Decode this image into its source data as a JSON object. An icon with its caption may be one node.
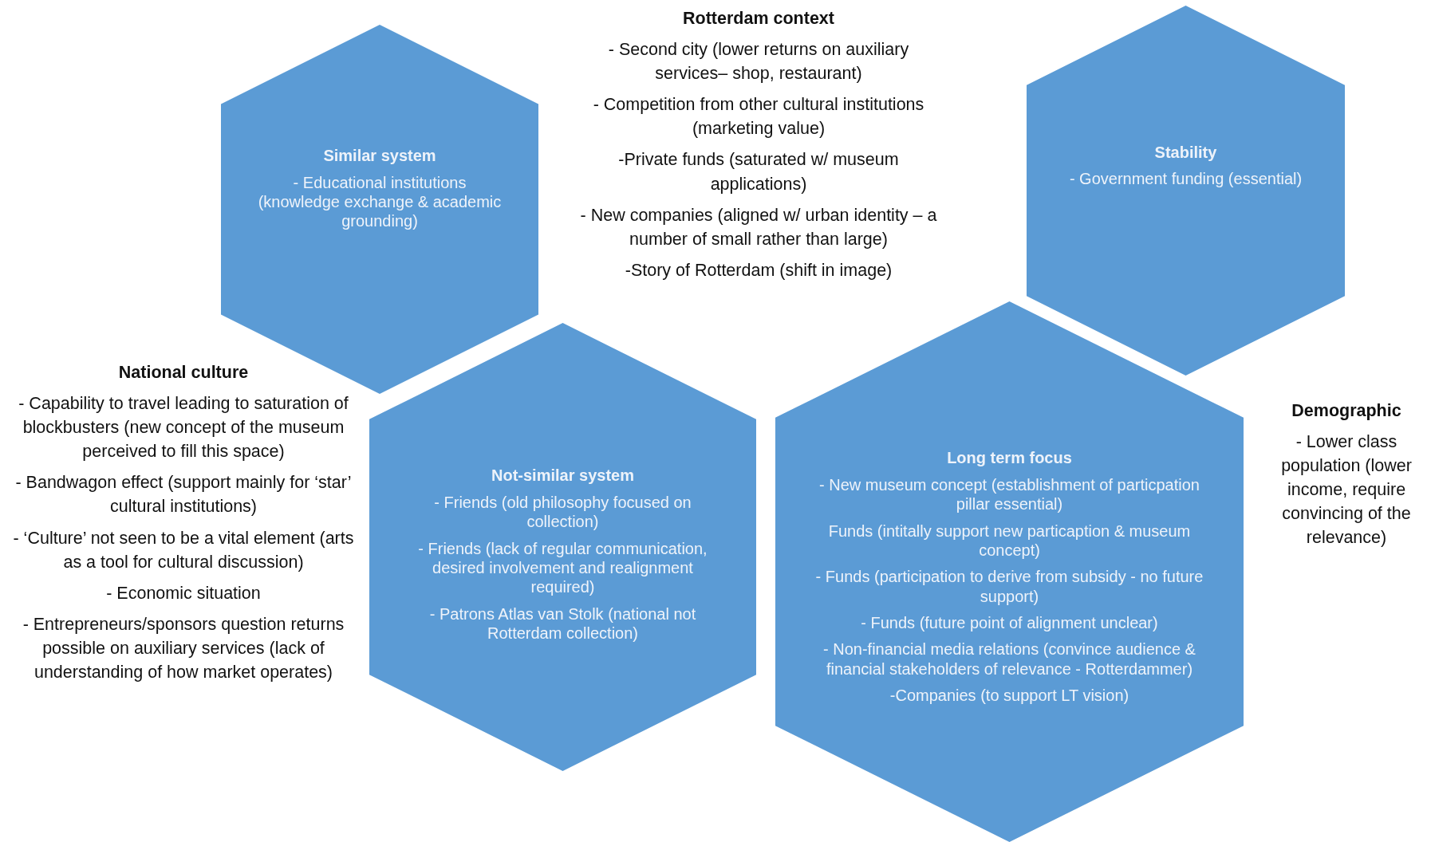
{
  "diagram": {
    "nodes": [
      {
        "text": [
          "Similar system",
          "- Educational institutions (knowledge exchange & academic grounding)"
        ]
      },
      {
        "text": [
          "Stability",
          "- Government funding (essential)"
        ]
      },
      {
        "text": [
          "Not-similar system",
          "- Friends (old philosophy focused on collection)",
          "- Friends (lack of regular communication, desired involvement and realignment required)",
          "- Patrons Atlas van Stolk (national not Rotterdam collection)"
        ]
      },
      {
        "text": [
          "Long term focus",
          "- New museum concept (establishment of particpation pillar essential)",
          "Funds (intitally support new particaption & museum concept)",
          "- Funds (participation to derive from subsidy - no future support)",
          "- Funds (future point of alignment unclear)",
          "- Non-financial media relations (convince audience & financial stakeholders of relevance - Rotterdammer)",
          "-Companies (to support LT vision)"
        ]
      }
    ],
    "labels": [
      "Rotterdam context",
      "- Second city (lower returns on auxiliary services– shop, restaurant)",
      "- Competition from other cultural institutions (marketing value)",
      "-Private funds (saturated w/ museum applications)",
      "- New companies (aligned w/ urban identity – a number of small rather than large)",
      "-Story of Rotterdam (shift in image)",
      "National culture",
      "- Capability to travel leading to saturation of blockbusters (new concept of the museum perceived to fill this space)",
      "- Bandwagon effect (support mainly for ‘star’ cultural institutions)",
      "- ‘Culture’ not seen to be a vital element (arts as a tool for cultural discussion)",
      "- Economic situation",
      "- Entrepreneurs/sponsors question returns possible on auxiliary services (lack of understanding of how market operates)",
      "Demographic",
      "- Lower class population (lower income, require convincing of the relevance)"
    ]
  }
}
